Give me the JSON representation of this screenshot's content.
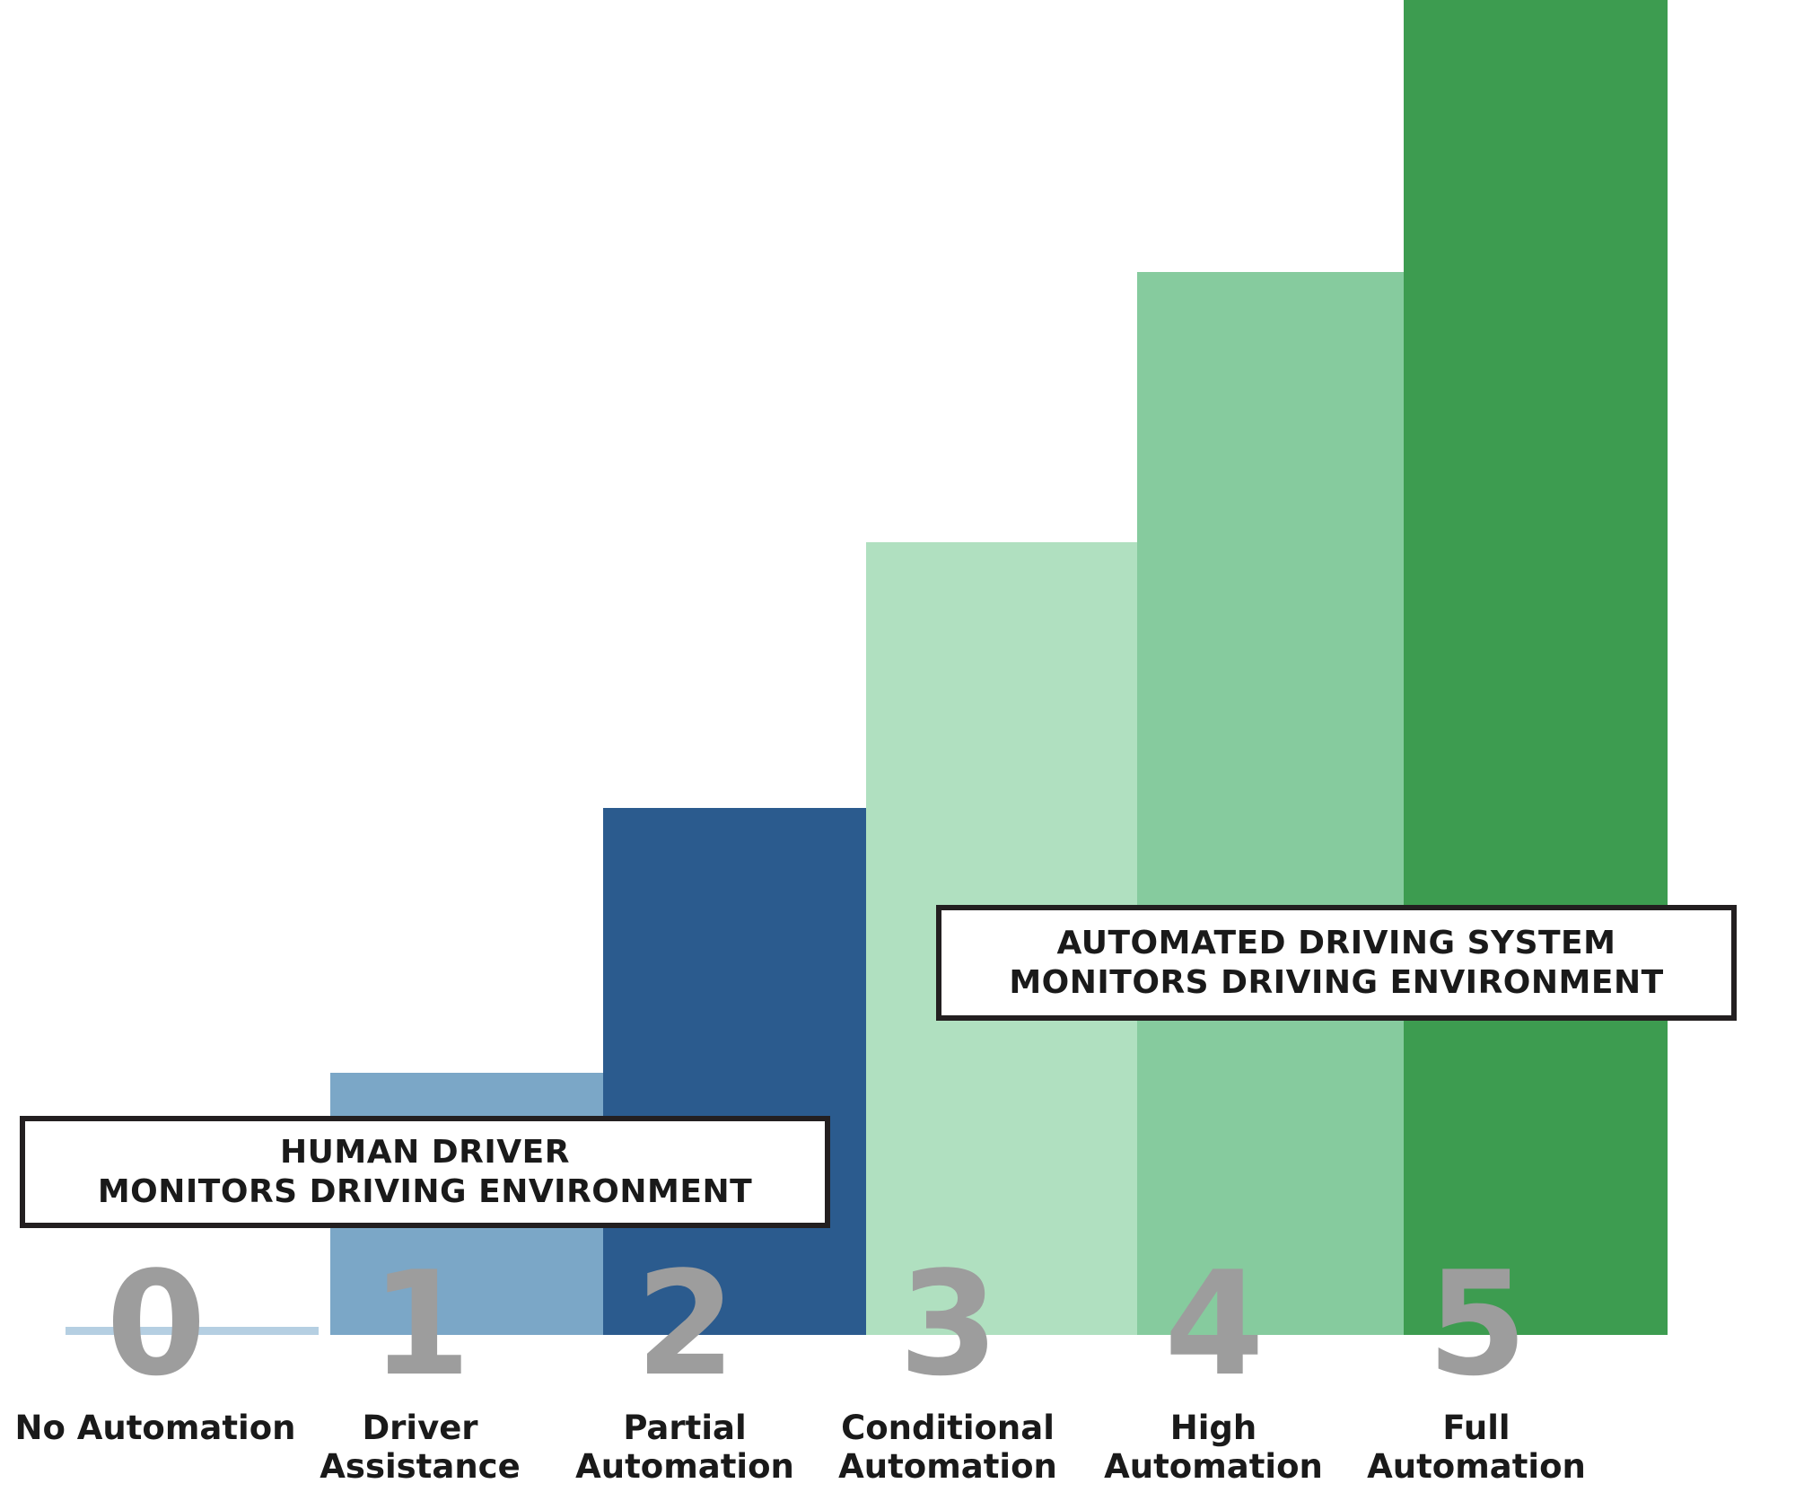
{
  "chart_data": {
    "type": "bar",
    "title": "",
    "subtitle": "",
    "xlabel": "",
    "ylabel": "",
    "grid": false,
    "legend_position": "none",
    "categories": [
      "0",
      "1",
      "2",
      "3",
      "4",
      "5"
    ],
    "category_labels": [
      "No Automation",
      "Driver\nAssistance",
      "Partial\nAutomation",
      "Conditional\nAutomation",
      "High\nAutomation",
      "Full\nAutomation"
    ],
    "values": [
      0,
      19.6,
      39.4,
      59.3,
      79.4,
      100
    ],
    "ylim": [
      0,
      100
    ],
    "bar_colors": [
      "#b5cfe2",
      "#7ba7c7",
      "#2b5b8e",
      "#b0e0c0",
      "#86cb9e",
      "#3d9c50"
    ],
    "annotations": [
      "HUMAN DRIVER\nMONITORS DRIVING ENVIRONMENT",
      "AUTOMATED DRIVING SYSTEM\nMONITORS DRIVING ENVIRONMENT"
    ]
  },
  "levels": [
    {
      "number": "0",
      "caption": "No Automation",
      "color": "#b5cfe2"
    },
    {
      "number": "1",
      "caption": "Driver\nAssistance",
      "color": "#7ba7c7"
    },
    {
      "number": "2",
      "caption": "Partial\nAutomation",
      "color": "#2b5b8e"
    },
    {
      "number": "3",
      "caption": "Conditional\nAutomation",
      "color": "#b0e0c0"
    },
    {
      "number": "4",
      "caption": "High\nAutomation",
      "color": "#86cb9e"
    },
    {
      "number": "5",
      "caption": "Full\nAutomation",
      "color": "#3d9c50"
    }
  ],
  "callouts": {
    "human_driver": "HUMAN DRIVER\nMONITORS DRIVING ENVIRONMENT",
    "automated_driving_system": "AUTOMATED DRIVING SYSTEM\nMONITORS DRIVING ENVIRONMENT"
  },
  "colors": {
    "level0": "#b5cfe2",
    "level1": "#7ba7c7",
    "level2": "#2b5b8e",
    "level3": "#b0e0c0",
    "level4": "#86cb9e",
    "level5": "#3d9c50",
    "number_grey": "#9d9d9d",
    "text_black": "#1a1a1a",
    "box_border": "#231f20",
    "background": "#ffffff"
  }
}
